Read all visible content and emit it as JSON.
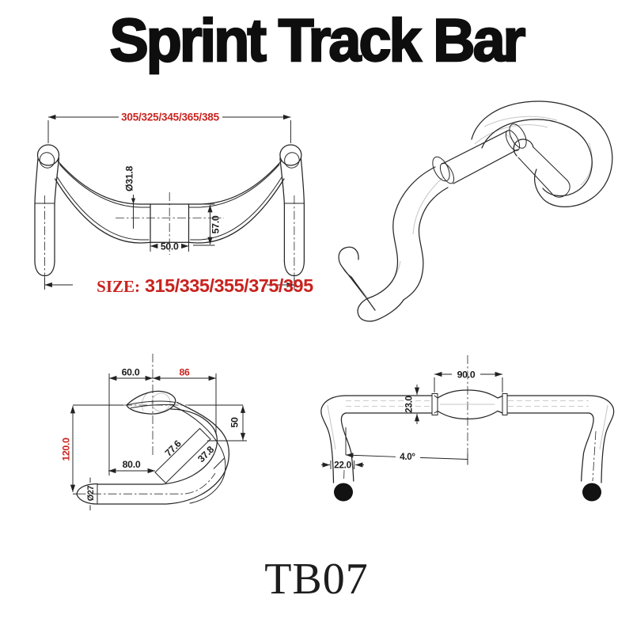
{
  "title": "Sprint Track Bar",
  "model_code": "TB07",
  "colors": {
    "line": "#262626",
    "dimension_red": "#c8231f",
    "hidden_gray": "#c5c5c5"
  },
  "front_view": {
    "drop_width_options": "305/325/345/365/385",
    "size_prefix": "SIZE:",
    "size_options": "315/335/355/375/395",
    "clamp_diameter": "Ø31.8",
    "center_height": "57.0",
    "clamp_width": "50.0"
  },
  "side_view": {
    "reach_to_hood": "60.0",
    "reach_total": "86",
    "upper_drop": "50",
    "total_drop": "120.0",
    "lower_extension": "80.0",
    "grip_length": "77.6",
    "grip_offset": "37.8",
    "bar_end_diameter": "Ø27"
  },
  "top_view": {
    "center_section_width": "90.0",
    "tube_width": "23.0",
    "bar_end_width": "22.0",
    "flare_angle": "4.0°"
  }
}
